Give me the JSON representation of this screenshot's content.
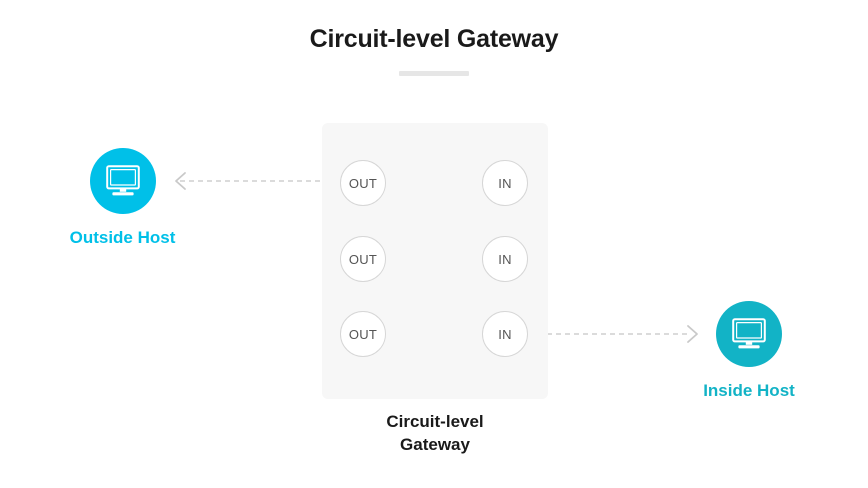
{
  "title": {
    "text": "Circuit-level Gateway"
  },
  "colors": {
    "outside_host": "#00c0e8",
    "inside_host": "#12b3c6",
    "box_bg": "#f7f7f7",
    "wire": "#c9c9c9",
    "dashed": "#cfcfcf",
    "title": "#1a1a1a",
    "underline": "#e6e6e6"
  },
  "hosts": [
    {
      "id": "outside-host",
      "label": "Outside Host",
      "icon": "monitor-icon",
      "color": "#00c0e8"
    },
    {
      "id": "inside-host",
      "label": "Inside Host",
      "icon": "monitor-icon",
      "color": "#12b3c6"
    }
  ],
  "gateway": {
    "caption_line1": "Circuit-level",
    "caption_line2": "Gateway",
    "out_ports": [
      {
        "label": "OUT"
      },
      {
        "label": "OUT"
      },
      {
        "label": "OUT"
      }
    ],
    "in_ports": [
      {
        "label": "IN"
      },
      {
        "label": "IN"
      },
      {
        "label": "IN"
      }
    ]
  },
  "connections": [
    {
      "name": "outside-host-to-gateway",
      "style": "dashed",
      "arrows": "both"
    },
    {
      "name": "gateway-to-inside-host",
      "style": "dashed",
      "arrows": "both"
    },
    {
      "name": "internal-circuit-path",
      "style": "dashed",
      "arrows": "none"
    }
  ]
}
